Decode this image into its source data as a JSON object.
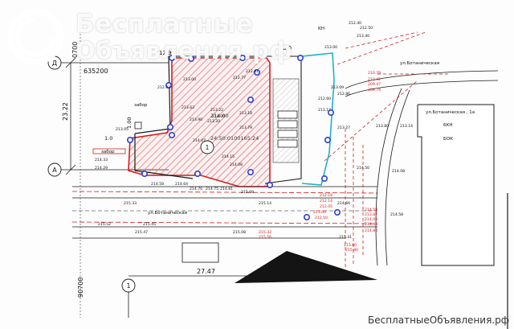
{
  "watermark": {
    "line1": "Бесплатные",
    "line2": "Объявления.рф",
    "footer": "БесплатныеОбъявления.рф"
  },
  "axes": {
    "d": "Д",
    "a": "А",
    "one": "1",
    "coord_top": "0700",
    "coord_bottom": "90700",
    "coord_y": "635200"
  },
  "dimensions": {
    "vertical": "23.22",
    "horizontal": "27.47",
    "small_1": "1.0",
    "small_2": "1.00",
    "top_6": "6.0",
    "w_12": "12.9"
  },
  "labels": {
    "zabor1": "забор",
    "zabor2": "забор",
    "street1": "ул.Ботаническая",
    "street2": "ул.Ботаническая , 1а",
    "street3": "ул.Ботаническая",
    "kn": "КН",
    "bok": "БОК",
    "kn2": "6КН",
    "plot_num": "1",
    "cadastre": "24:50:0100165:24",
    "plot_area": "214.00"
  },
  "elevations_black": [
    "212.93",
    "213.00",
    "213.05",
    "212.77",
    "212.81",
    "213.22",
    "213.18",
    "213.20",
    "213.63",
    "213.79",
    "213.90",
    "214.00",
    "214.07",
    "214.15",
    "214.08",
    "214.29",
    "214.33",
    "214.58",
    "214.64",
    "214.70",
    "214.75",
    "214.81",
    "215.08",
    "215.14",
    "215.33",
    "215.45",
    "215.47",
    "215.52",
    "215.08",
    "213.17",
    "213.09",
    "212.60",
    "212.50",
    "212.40",
    "213.40",
    "213.00",
    "212.86",
    "213.27",
    "213.80",
    "213.14",
    "214.50",
    "214.66",
    "214.08",
    "214.58",
    "215.41"
  ],
  "elevations_red": [
    "210.78",
    "210.42",
    "209.47",
    "208.74",
    "212.18",
    "212.14",
    "212.05",
    "213.00",
    "212.50",
    "214.59",
    "213.87",
    "214.09",
    "214.45",
    "214.80",
    "215.32",
    "215.56",
    "215.80",
    "215.90"
  ],
  "colors": {
    "line": "#1a1a1a",
    "red": "#d7191c",
    "blue": "#2b3fd6",
    "cyan": "#18b5c9",
    "hatch": "#e06a6a",
    "wmark": "#ffffff"
  }
}
